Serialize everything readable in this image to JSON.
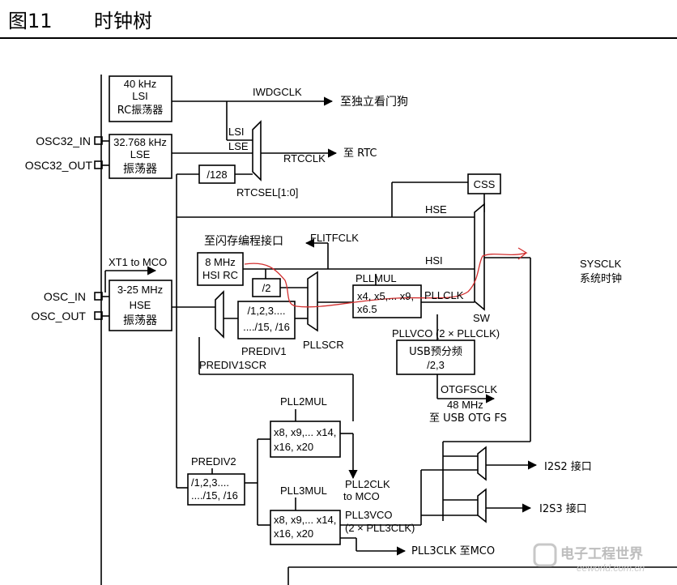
{
  "header": {
    "figure_number": "图11",
    "figure_title": "时钟树"
  },
  "blocks": {
    "lsi": {
      "l1": "40 kHz",
      "l2": "LSI",
      "l3": "RC振荡器"
    },
    "lse": {
      "l1": "32.768 kHz",
      "l2": "LSE",
      "l3": "振荡器"
    },
    "div128": "/128",
    "hsi": {
      "l1": "8 MHz",
      "l2": "HSI RC"
    },
    "div2": "/2",
    "hse": {
      "l1": "3-25 MHz",
      "l2": "HSE",
      "l3": "振荡器"
    },
    "prediv1": {
      "l1": "/1,2,3....",
      "l2": "..../15, /16"
    },
    "pllmul": {
      "l1": "x4, x5,... x9,",
      "l2": "x6.5"
    },
    "css": "CSS",
    "usb": {
      "l1": "USB预分频",
      "l2": "/2,3"
    },
    "pll2": {
      "l1": "x8, x9,... x14,",
      "l2": "x16, x20"
    },
    "prediv2": {
      "l1": "/1,2,3....",
      "l2": "..../15, /16"
    },
    "pll3": {
      "l1": "x8, x9,... x14,",
      "l2": "x16, x20"
    }
  },
  "labels": {
    "iwdgclk": "IWDGCLK",
    "to_iwdg": "至独立看门狗",
    "osc32_in": "OSC32_IN",
    "osc32_out": "OSC32_OUT",
    "lsi_in": "LSI",
    "lse_in": "LSE",
    "rtcclk": "RTCCLK",
    "to_rtc": "至 RTC",
    "rtcsel": "RTCSEL[1:0]",
    "hse_line": "HSE",
    "to_flash": "至闪存编程接口",
    "flitfclk": "FLITFCLK",
    "xt1_mco": "XT1 to MCO",
    "hsi_line": "HSI",
    "sysclk": "SYSCLK",
    "sysclk_cn": "系统时钟",
    "osc_in": "OSC_IN",
    "osc_out": "OSC_OUT",
    "pllmul_label": "PLLMUL",
    "pllclk": "PLLCLK",
    "sw": "SW",
    "pllscr": "PLLSCR",
    "prediv1_label": "PREDIV1",
    "prediv1scr": "PREDIV1SCR",
    "pllvco": "PLLVCO (2 × PLLCLK)",
    "otgfsclk": "OTGFSCLK",
    "mhz48": "48 MHz",
    "to_usb": "至 USB OTG FS",
    "pll2mul": "PLL2MUL",
    "prediv2_label": "PREDIV2",
    "pll2clk": "PLL2CLK",
    "to_mco": "to MCO",
    "pll3mul": "PLL3MUL",
    "pll3vco_1": "PLL3VCO",
    "pll3vco_2": "(2 × PLL3CLK)",
    "i2s2": "I2S2 接口",
    "i2s3": "I2S3 接口",
    "pll3clk_mco": "PLL3CLK 至MCO"
  },
  "watermark": {
    "cn": "电子工程世界",
    "en": "eeworld.com.cn"
  },
  "colors": {
    "line": "#000000",
    "annotation": "#d23030",
    "watermark": "#bdbdbd"
  }
}
